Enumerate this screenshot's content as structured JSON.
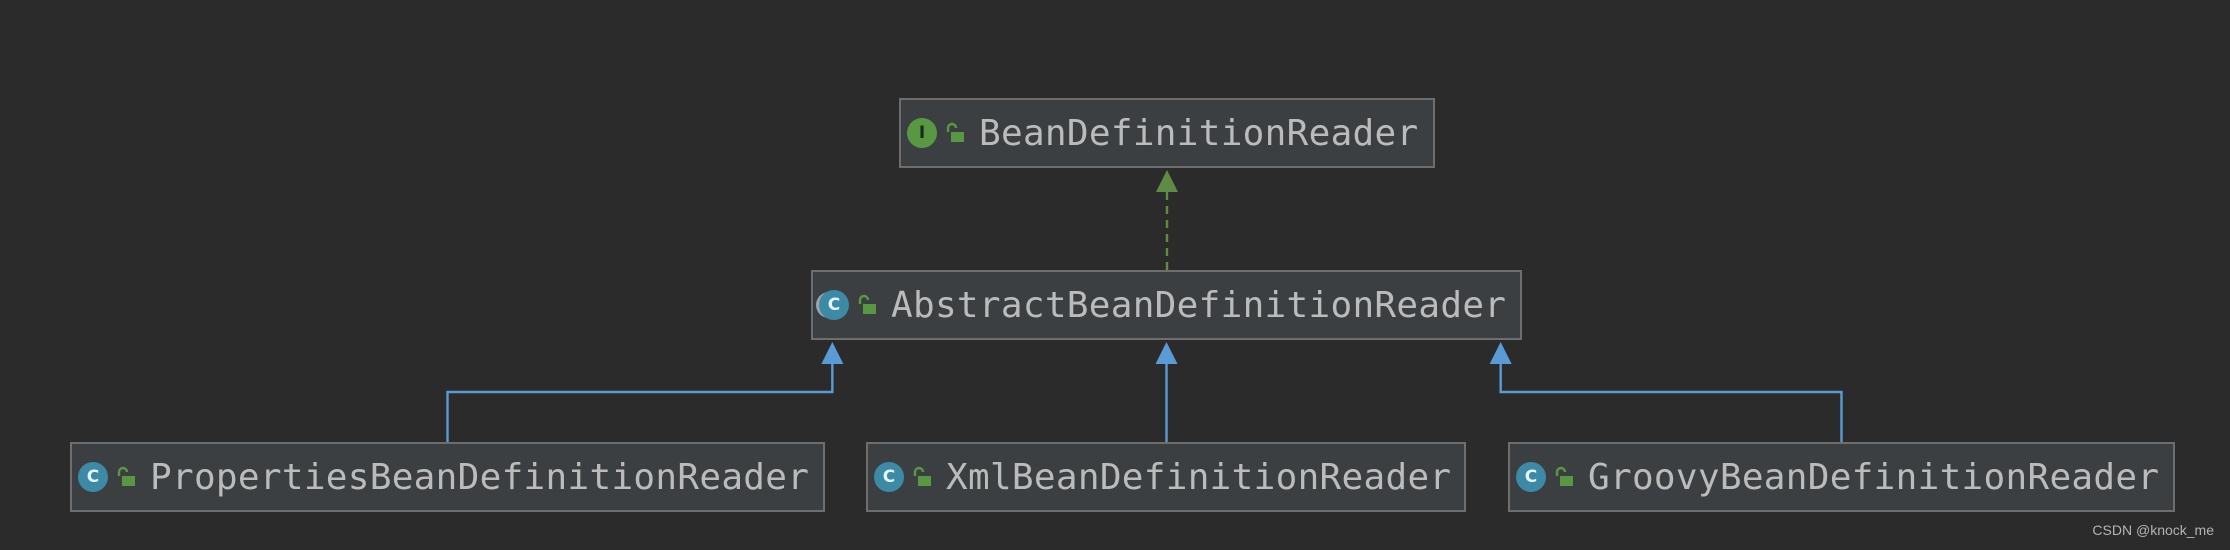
{
  "diagram": {
    "nodes": [
      {
        "id": "bdr",
        "label": "BeanDefinitionReader",
        "kind": "interface",
        "kind_letter": "I",
        "icon": "interface-icon"
      },
      {
        "id": "abdr",
        "label": "AbstractBeanDefinitionReader",
        "kind": "abstract",
        "kind_letter": "C",
        "icon": "abstract-class-icon"
      },
      {
        "id": "pbdr",
        "label": "PropertiesBeanDefinitionReader",
        "kind": "class",
        "kind_letter": "C",
        "icon": "class-icon"
      },
      {
        "id": "xbdr",
        "label": "XmlBeanDefinitionReader",
        "kind": "class",
        "kind_letter": "C",
        "icon": "class-icon"
      },
      {
        "id": "gbdr",
        "label": "GroovyBeanDefinitionReader",
        "kind": "class",
        "kind_letter": "C",
        "icon": "class-icon"
      }
    ],
    "edges": [
      {
        "from": "abdr",
        "to": "bdr",
        "type": "implements"
      },
      {
        "from": "pbdr",
        "to": "abdr",
        "type": "extends"
      },
      {
        "from": "xbdr",
        "to": "abdr",
        "type": "extends"
      },
      {
        "from": "gbdr",
        "to": "abdr",
        "type": "extends"
      }
    ],
    "colors": {
      "background": "#2b2b2b",
      "node_fill": "#3c3f41",
      "node_border": "#6e6e6e",
      "label": "#bbbbbb",
      "implements_edge": "#5e8c44",
      "extends_edge": "#5b9bd5",
      "interface_icon": "#599842",
      "class_icon": "#3c8aa5",
      "lock_icon": "#599842"
    }
  },
  "watermark": "CSDN @knock_me"
}
